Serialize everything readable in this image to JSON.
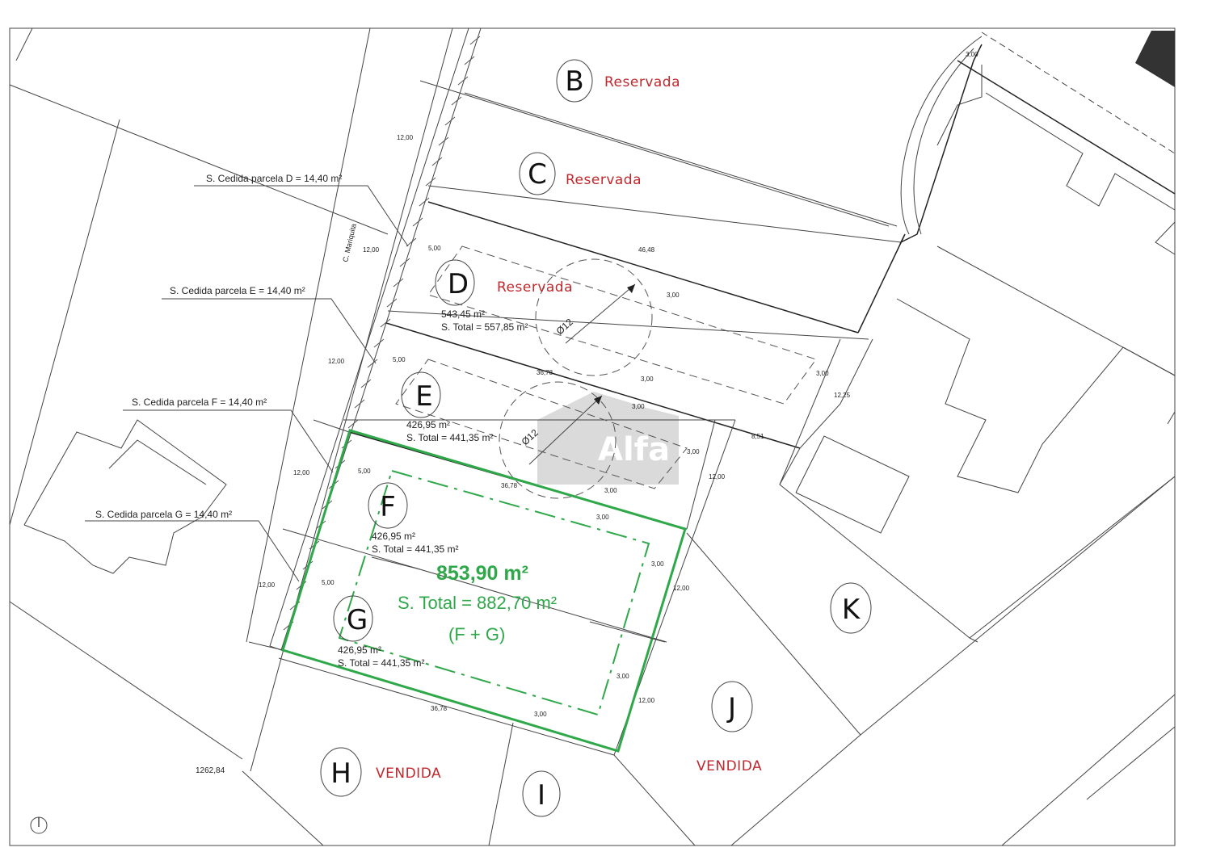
{
  "plan": {
    "street_name": "C. Mariquita",
    "elevation_mark": "1262,84",
    "watermark_text": "Alfa",
    "colors": {
      "green": "#2fa84a",
      "red": "#c0282d",
      "line": "#333333"
    }
  },
  "cessions": [
    {
      "id": "D",
      "label": "S. Cedida parcela D = 14,40 m²"
    },
    {
      "id": "E",
      "label": "S. Cedida parcela E = 14,40 m²"
    },
    {
      "id": "F",
      "label": "S. Cedida parcela F = 14,40 m²"
    },
    {
      "id": "G",
      "label": "S. Cedida parcela G = 14,40 m²"
    }
  ],
  "parcels": {
    "B": {
      "letter": "B",
      "status": "Reservada"
    },
    "C": {
      "letter": "C",
      "status": "Reservada"
    },
    "D": {
      "letter": "D",
      "status": "Reservada",
      "area": "543,45 m²",
      "total": "S. Total = 557,85 m²"
    },
    "E": {
      "letter": "E",
      "area": "426,95 m²",
      "total": "S. Total = 441,35 m²"
    },
    "F": {
      "letter": "F",
      "area": "426,95 m²",
      "total": "S. Total = 441,35 m²"
    },
    "G": {
      "letter": "G",
      "area": "426,95 m²",
      "total": "S. Total = 441,35 m²"
    },
    "H": {
      "letter": "H",
      "status": "VENDIDA"
    },
    "I": {
      "letter": "I"
    },
    "J": {
      "letter": "J",
      "status": "VENDIDA"
    },
    "K": {
      "letter": "K"
    }
  },
  "combined": {
    "area": "853,90 m²",
    "total": "S. Total = 882,70 m²",
    "formula": "(F + G)"
  },
  "dimensions": {
    "d_12_1": "12,00",
    "d_12_2": "12,00",
    "d_12_3": "12,00",
    "d_12_4": "12,00",
    "d_12_5": "12,00",
    "d_12_6": "12,00",
    "d_12_7": "12,00",
    "d_12_8": "12,00",
    "d_5_1": "5,00",
    "d_5_2": "5,00",
    "d_5_3": "5,00",
    "d_5_4": "5,00",
    "d_3_1": "3,00",
    "d_3_2": "3,00",
    "d_3_3": "3,00",
    "d_3_4": "3,00",
    "d_3_5": "3,00",
    "d_3_6": "3,00",
    "d_3_7": "3,00",
    "d_3_8": "3,00",
    "d_3_9": "3,00",
    "d_3_10": "3,00",
    "d_3_11": "3,00",
    "d_4648": "46,48",
    "d_3678_1": "36,78",
    "d_3678_2": "36,78",
    "d_3678_3": "36,78",
    "d_1225": "12,25",
    "d_851": "8,51",
    "phi_1": "Ø12",
    "phi_2": "Ø12"
  }
}
